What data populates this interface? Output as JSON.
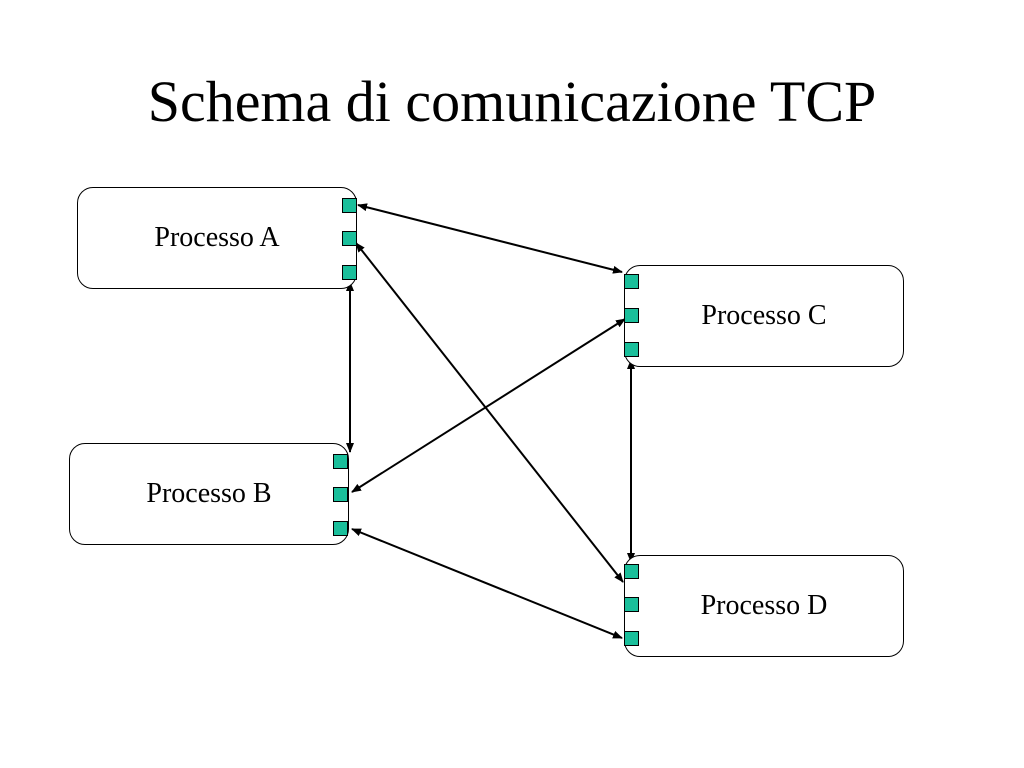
{
  "title": "Schema di comunicazione TCP",
  "colors": {
    "port_fill": "#1abf9b",
    "stroke": "#000000",
    "background": "#ffffff"
  },
  "processes": [
    {
      "id": "A",
      "label": "Processo A"
    },
    {
      "id": "B",
      "label": "Processo B"
    },
    {
      "id": "C",
      "label": "Processo C"
    },
    {
      "id": "D",
      "label": "Processo D"
    }
  ],
  "connections": [
    {
      "from": "A.port1",
      "to": "C.port1",
      "type": "bidirectional"
    },
    {
      "from": "A.port2",
      "to": "D.port1",
      "type": "bidirectional"
    },
    {
      "from": "A.port3",
      "to": "B.port1",
      "type": "bidirectional"
    },
    {
      "from": "C.port2",
      "to": "B.port2",
      "type": "bidirectional"
    },
    {
      "from": "C.port3",
      "to": "D.port1",
      "type": "bidirectional"
    },
    {
      "from": "B.port3",
      "to": "D.port3",
      "type": "bidirectional"
    }
  ]
}
